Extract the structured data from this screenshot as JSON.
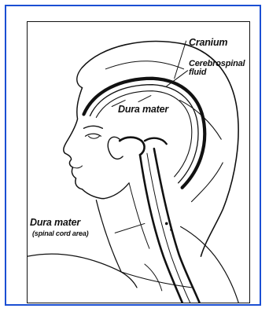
{
  "labels": {
    "cranium": "Cranium",
    "csf_line1": "Cerebrospinal",
    "csf_line2": "fluid",
    "dura_mater": "Dura mater",
    "dura_mater_spinal": "Dura mater",
    "spinal_cord_area": "(spinal cord area)"
  },
  "colors": {
    "frame_border": "#1b4fd3",
    "ink": "#111111",
    "background": "#ffffff"
  }
}
